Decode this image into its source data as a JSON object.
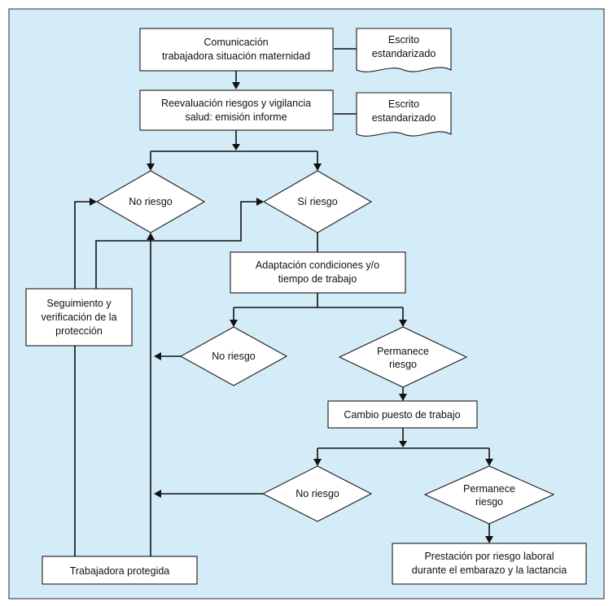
{
  "colors": {
    "background": "#d4ecf7",
    "frame": "#4a4a4a",
    "shape_fill": "#ffffff",
    "line": "#111111"
  },
  "nodes": {
    "comunicacion": {
      "line1": "Comunicación",
      "line2": "trabajadora situación maternidad"
    },
    "escrito_1": {
      "line1": "Escrito",
      "line2": "estandarizado"
    },
    "reevaluacion": {
      "line1": "Reevaluación riesgos y vigilancia",
      "line2": "salud: emisión informe"
    },
    "escrito_2": {
      "line1": "Escrito",
      "line2": "estandarizado"
    },
    "no_riesgo_1": {
      "label": "No riesgo"
    },
    "si_riesgo": {
      "label": "Sí riesgo"
    },
    "adaptacion": {
      "line1": "Adaptación condiciones y/o",
      "line2": "tiempo de trabajo"
    },
    "seguimiento": {
      "line1": "Seguimiento y",
      "line2": "verificación de la",
      "line3": "protección"
    },
    "no_riesgo_2": {
      "label": "No riesgo"
    },
    "permanece_1": {
      "line1": "Permanece",
      "line2": "riesgo"
    },
    "cambio_puesto": {
      "label": "Cambio puesto de trabajo"
    },
    "no_riesgo_3": {
      "label": "No riesgo"
    },
    "permanece_2": {
      "line1": "Permanece",
      "line2": "riesgo"
    },
    "trabajadora": {
      "label": "Trabajadora protegida"
    },
    "prestacion": {
      "line1": "Prestación por riesgo laboral",
      "line2": "durante el embarazo y la lactancia"
    }
  }
}
